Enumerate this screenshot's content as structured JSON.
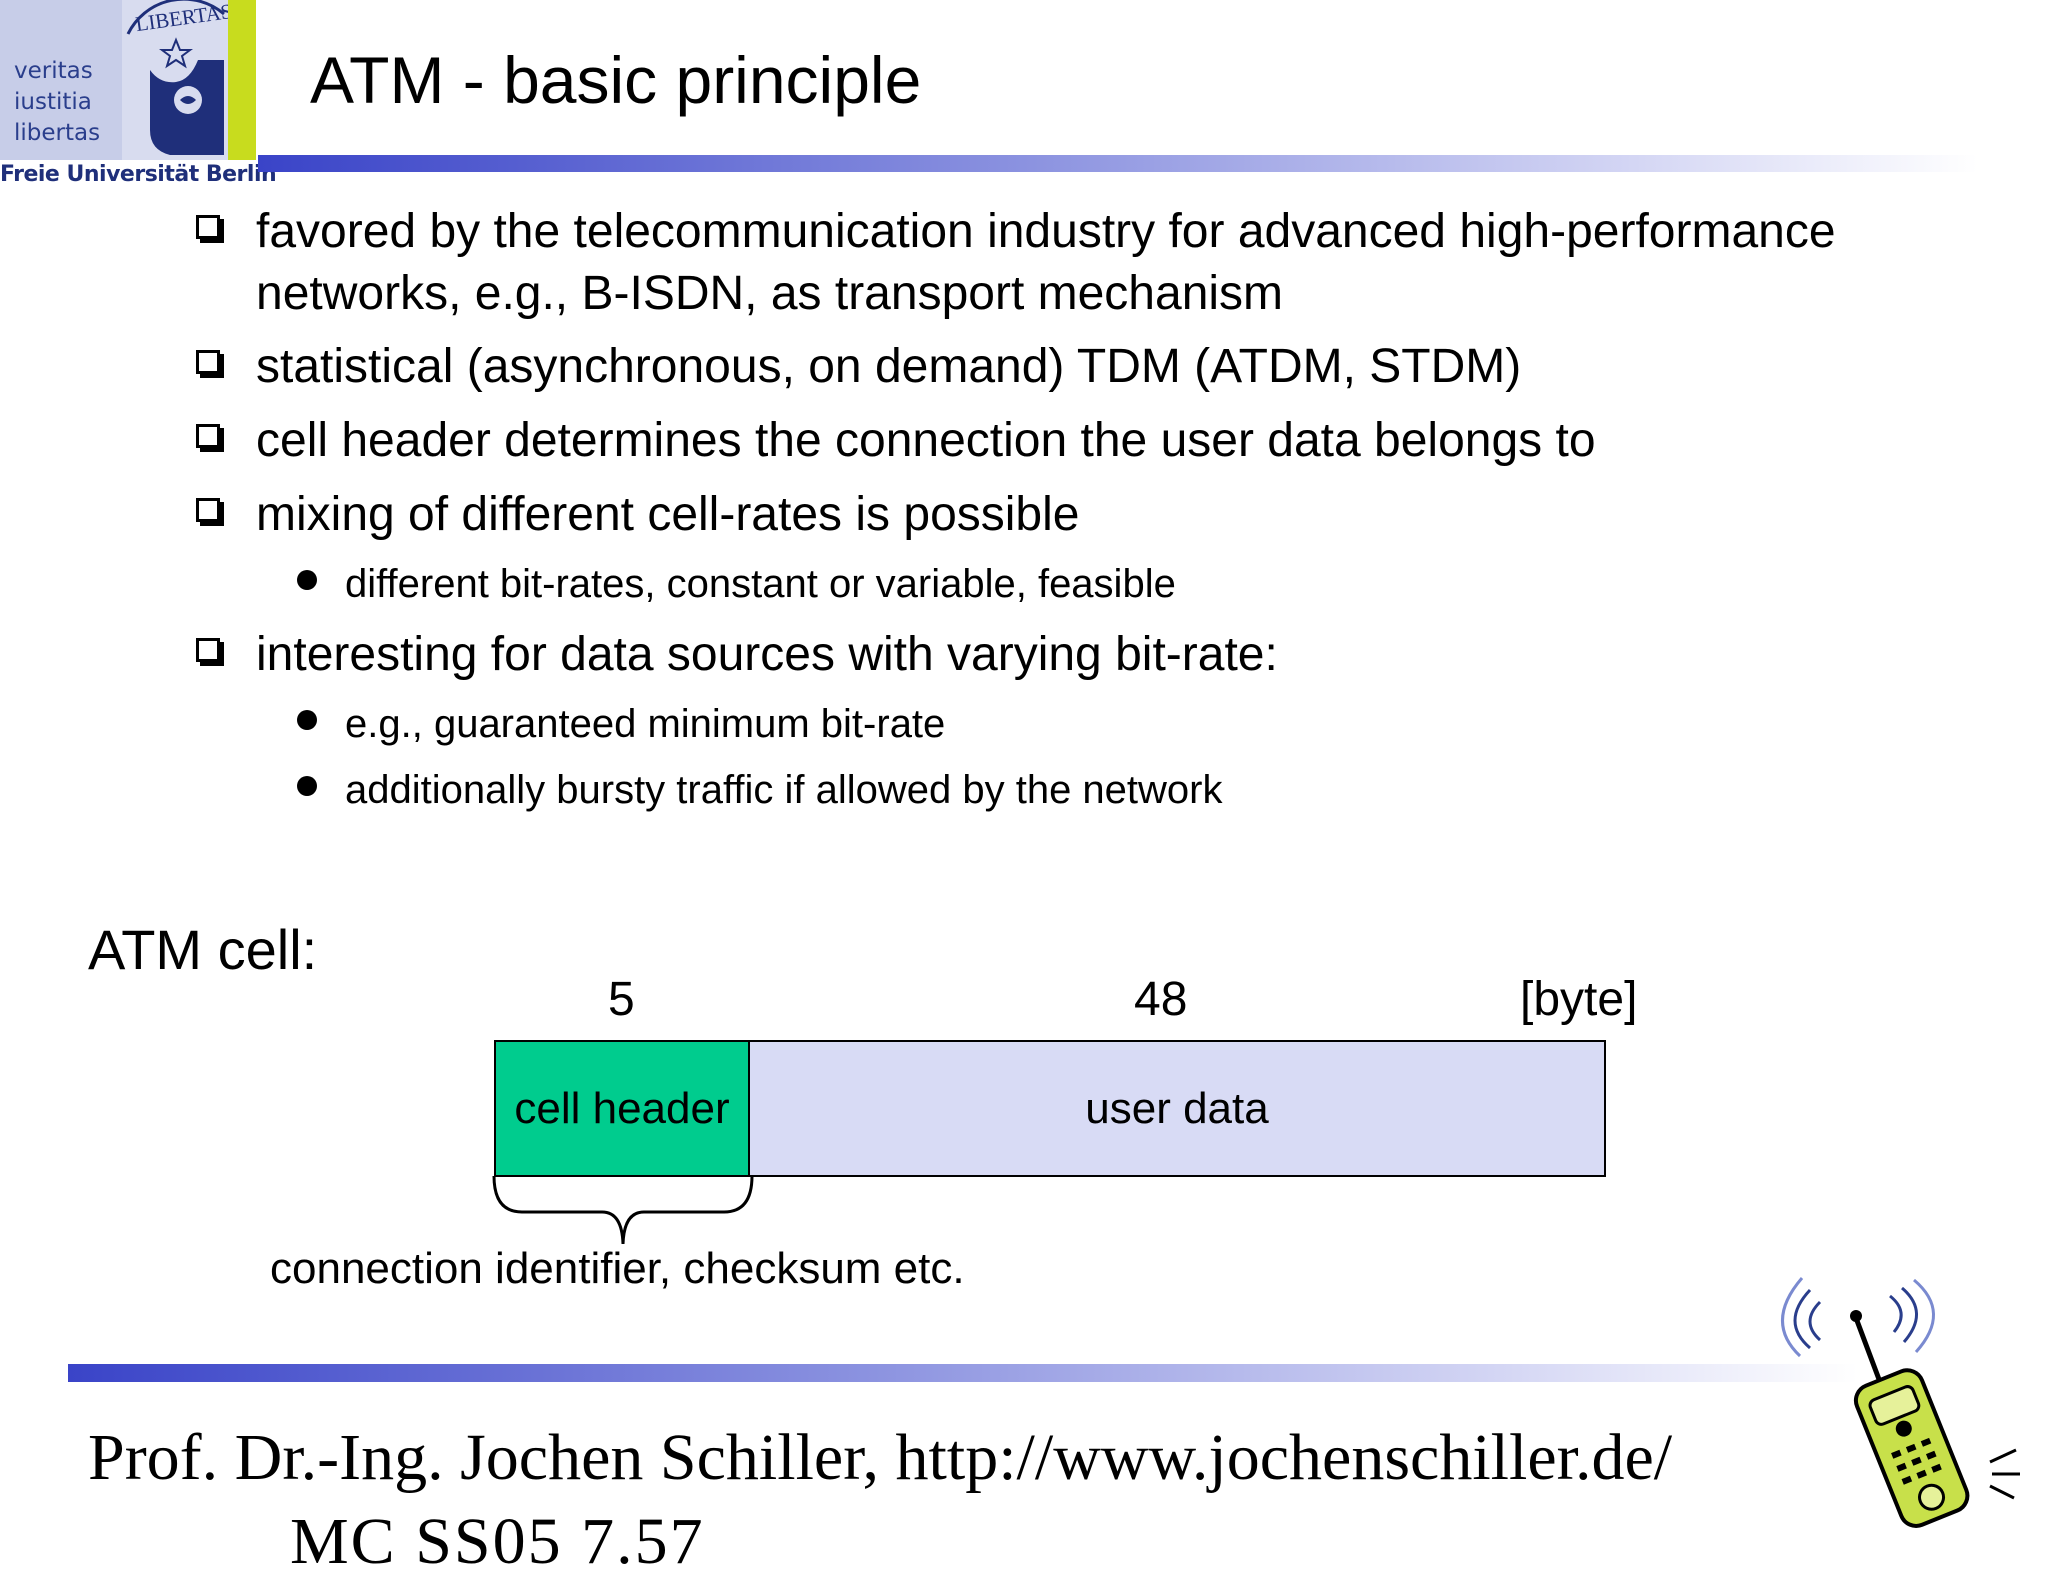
{
  "logo": {
    "motto": [
      "veritas",
      "iustitia",
      "libertas"
    ],
    "seal_text": "LIBERTAS",
    "university": "Freie Universität Berlin"
  },
  "slide": {
    "title": "ATM - basic principle",
    "bullets": [
      {
        "text": "favored by  the telecommunication industry for advanced high-performance",
        "continuation": "networks, e.g., B-ISDN, as transport mechanism"
      },
      {
        "text": "statistical (asynchronous, on demand) TDM (ATDM, STDM)"
      },
      {
        "text": "cell header determines the connection the user data belongs to"
      },
      {
        "text": "mixing of different cell-rates is possible",
        "sub": [
          "different bit-rates, constant or variable, feasible"
        ]
      },
      {
        "text": "interesting for data sources with varying bit-rate:",
        "sub": [
          "e.g., guaranteed minimum bit-rate",
          "additionally bursty traffic if allowed by the network"
        ]
      }
    ]
  },
  "diagram": {
    "label": "ATM cell:",
    "header_size": "5",
    "data_size": "48",
    "unit": "[byte]",
    "header_label": "cell header",
    "data_label": "user data",
    "note": "connection identifier, checksum etc.",
    "colors": {
      "header": "#00cc8e",
      "data": "#d8dbf5"
    }
  },
  "footer": {
    "line1": "Prof. Dr.-Ing. Jochen Schiller, http://www.jochenschiller.de/",
    "line2": "MC SS05          7.57"
  }
}
